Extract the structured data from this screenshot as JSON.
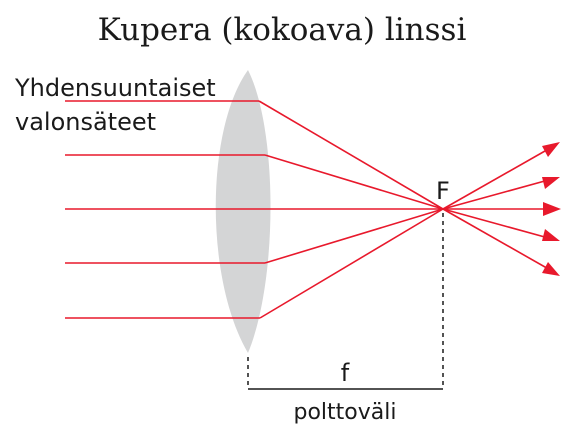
{
  "title": "Kupera (kokoava) linssi",
  "rays_label_line1": "Yhdensuuntaiset",
  "rays_label_line2": "valonsäteet",
  "focal_point_label": "F",
  "focal_length_symbol": "f",
  "focal_length_label": "polttoväli",
  "colors": {
    "ray": "#e8192c",
    "lens": "#d4d5d6",
    "text": "#1a1a1a"
  }
}
